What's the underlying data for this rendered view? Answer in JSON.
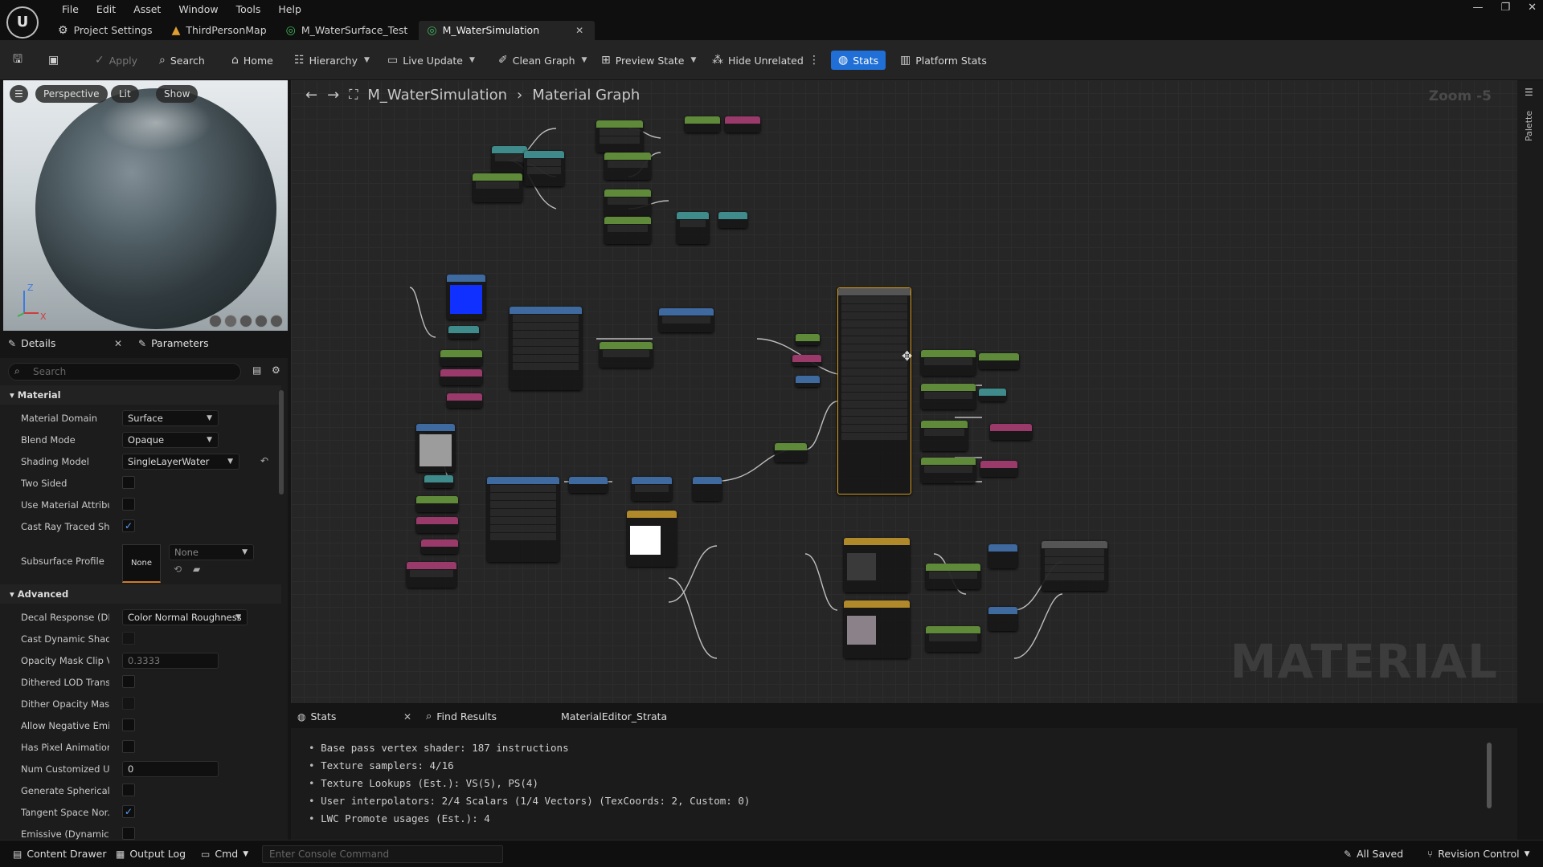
{
  "app": {
    "menu": [
      "File",
      "Edit",
      "Asset",
      "Window",
      "Tools",
      "Help"
    ],
    "tabs": [
      {
        "label": "Project Settings",
        "active": false
      },
      {
        "label": "ThirdPersonMap",
        "active": false
      },
      {
        "label": "M_WaterSurface_Test",
        "active": false
      },
      {
        "label": "M_WaterSimulation",
        "active": true
      }
    ]
  },
  "toolbar": {
    "apply": "Apply",
    "search": "Search",
    "home": "Home",
    "hierarchy": "Hierarchy",
    "live_update": "Live Update",
    "clean_graph": "Clean Graph",
    "preview_state": "Preview State",
    "hide_unrelated": "Hide Unrelated",
    "stats": "Stats",
    "platform_stats": "Platform Stats"
  },
  "viewport": {
    "perspective": "Perspective",
    "lit": "Lit",
    "show": "Show",
    "axis_z": "Z",
    "axis_x": "X"
  },
  "details": {
    "tab_details": "Details",
    "tab_parameters": "Parameters",
    "search_placeholder": "Search",
    "section_material": "Material",
    "section_advanced": "Advanced",
    "props": {
      "material_domain": {
        "label": "Material Domain",
        "value": "Surface"
      },
      "blend_mode": {
        "label": "Blend Mode",
        "value": "Opaque"
      },
      "shading_model": {
        "label": "Shading Model",
        "value": "SingleLayerWater"
      },
      "two_sided": {
        "label": "Two Sided",
        "checked": false
      },
      "use_material_attributes": {
        "label": "Use Material Attribu...",
        "checked": false
      },
      "cast_ray_traced": {
        "label": "Cast Ray Traced Sh...",
        "checked": true
      },
      "subsurface_profile": {
        "label": "Subsurface Profile",
        "thumb": "None",
        "value": "None"
      },
      "decal_response": {
        "label": "Decal Response (DB...",
        "value": "Color Normal Roughness"
      },
      "cast_dynamic_shadow": {
        "label": "Cast Dynamic Shad...",
        "checked": false
      },
      "opacity_mask_clip": {
        "label": "Opacity Mask Clip V...",
        "value": "0.3333"
      },
      "dithered_lod": {
        "label": "Dithered LOD Transi...",
        "checked": false
      },
      "dither_opacity_mask": {
        "label": "Dither Opacity Mask",
        "checked": false
      },
      "allow_negative_emissive": {
        "label": "Allow Negative Emis...",
        "checked": false
      },
      "has_pixel_animation": {
        "label": "Has Pixel Animation",
        "checked": false
      },
      "num_customized_uvs": {
        "label": "Num Customized UVs",
        "value": "0"
      },
      "generate_spherical": {
        "label": "Generate Spherical...",
        "checked": false
      },
      "tangent_space_normal": {
        "label": "Tangent Space Nor...",
        "checked": true
      },
      "emissive_dynamic": {
        "label": "Emissive (Dynamic...",
        "checked": false
      }
    }
  },
  "graph": {
    "breadcrumb_material": "M_WaterSimulation",
    "breadcrumb_graph": "Material Graph",
    "zoom": "Zoom -5",
    "watermark": "MATERIAL",
    "palette": "Palette"
  },
  "bottom": {
    "tab_stats": "Stats",
    "tab_find": "Find Results",
    "tab_strata": "MaterialEditor_Strata",
    "stats": [
      "Base pass vertex shader: 187 instructions",
      "Texture samplers: 4/16",
      "Texture Lookups (Est.): VS(5), PS(4)",
      "User interpolators: 2/4 Scalars (1/4 Vectors) (TexCoords: 2, Custom: 0)",
      "LWC Promote usages (Est.): 4"
    ]
  },
  "statusbar": {
    "content_drawer": "Content Drawer",
    "output_log": "Output Log",
    "cmd": "Cmd",
    "console_placeholder": "Enter Console Command",
    "all_saved": "All Saved",
    "revision_control": "Revision Control"
  },
  "colors": {
    "accent": "#1f6fd6",
    "graph_bg": "#262626",
    "node_green": "#5f8a3a",
    "node_teal": "#3f8a8a",
    "node_pink": "#9a3a6a",
    "node_blue": "#3f6aa0",
    "node_gold": "#b08a2a"
  }
}
